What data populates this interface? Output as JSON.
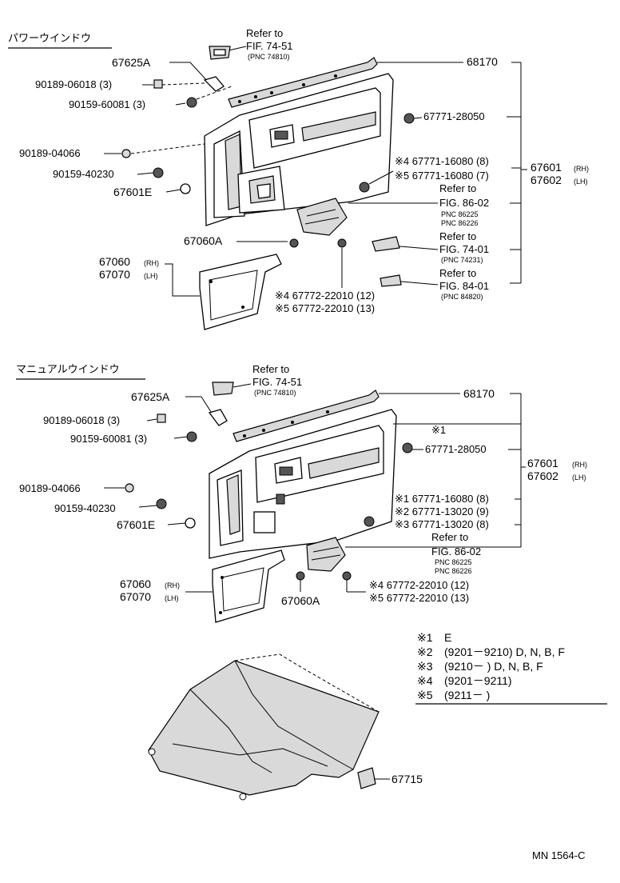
{
  "sections": {
    "power": {
      "title": "パワーウインドウ"
    },
    "manual": {
      "title": "マニュアルウインドウ"
    }
  },
  "power": {
    "refer_a": {
      "l1": "Refer to",
      "l2": "FIF. 74-51",
      "l3": "(PNC 74810)"
    },
    "p67625A": "67625A",
    "p90189_06018": "90189-06018 (3)",
    "p90159_60081": "90159-60081 (3)",
    "p90189_04066": "90189-04066",
    "p90159_40230": "90159-40230",
    "p67601E": "67601E",
    "p68170": "68170",
    "p67771_28050": "67771-28050",
    "p67771_16080_8": "※4 67771-16080 (8)",
    "p67771_16080_7": "※5 67771-16080 (7)",
    "p67601": "67601",
    "p67601_side": "(RH)",
    "p67602": "67602",
    "p67602_side": "(LH)",
    "refer_b": {
      "l1": "Refer to",
      "l2": "FIG. 86-02",
      "l3": "PNC 86225",
      "l4": "PNC 86226"
    },
    "refer_c": {
      "l1": "Refer to",
      "l2": "FIG. 74-01",
      "l3": "(PNC 74231)"
    },
    "refer_d": {
      "l1": "Refer to",
      "l2": "FIG. 84-01",
      "l3": "(PNC 84820)"
    },
    "p67060A": "67060A",
    "p67060": "67060",
    "p67060_side": "(RH)",
    "p67070": "67070",
    "p67070_side": "(LH)",
    "p67772_12": "※4 67772-22010 (12)",
    "p67772_13": "※5 67772-22010 (13)"
  },
  "manual": {
    "refer_a": {
      "l1": "Refer to",
      "l2": "FIG. 74-51",
      "l3": "(PNC 74810)"
    },
    "p67625A": "67625A",
    "p68170": "68170",
    "p90189_06018": "90189-06018 (3)",
    "p90159_60081": "90159-60081 (3)",
    "note1": "※1",
    "p67771_28050": "67771-28050",
    "p67601": "67601",
    "p67601_side": "(RH)",
    "p67602": "67602",
    "p67602_side": "(LH)",
    "p90189_04066": "90189-04066",
    "p90159_40230": "90159-40230",
    "p67601E": "67601E",
    "p67771_16080": "※1 67771-16080 (8)",
    "p67771_13020_9": "※2 67771-13020 (9)",
    "p67771_13020_8": "※3 67771-13020 (8)",
    "refer_b": {
      "l1": "Refer to",
      "l2": "FIG. 86-02",
      "l3": "PNC 86225",
      "l4": "PNC 86226"
    },
    "p67060": "67060",
    "p67060_side": "(RH)",
    "p67070": "67070",
    "p67070_side": "(LH)",
    "p67060A": "67060A",
    "p67772_12": "※4 67772-22010 (12)",
    "p67772_13": "※5 67772-22010 (13)"
  },
  "legend": [
    {
      "mark": "※1",
      "text": "E"
    },
    {
      "mark": "※2",
      "text": "(9201－9210) D, N, B, F"
    },
    {
      "mark": "※3",
      "text": "(9210－      ) D, N, B, F"
    },
    {
      "mark": "※4",
      "text": "(9201－9211)"
    },
    {
      "mark": "※5",
      "text": "(9211－      )"
    }
  ],
  "floor": {
    "p67715": "67715"
  },
  "footer": {
    "code": "MN 1564-C"
  }
}
